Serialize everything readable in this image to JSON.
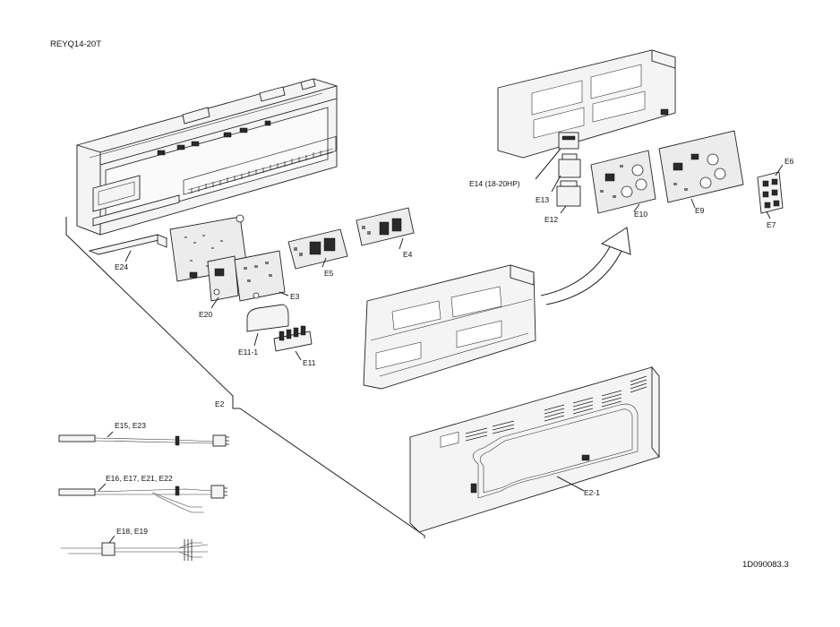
{
  "model": "REYQ14-20T",
  "doc_code": "1D090083.3",
  "labels": {
    "e2": "E2",
    "e24": "E24",
    "e20": "E20",
    "e3": "E3",
    "e5": "E5",
    "e4": "E4",
    "e11_1": "E11-1",
    "e11": "E11",
    "e14": "E14 (18-20HP)",
    "e13": "E13",
    "e12": "E12",
    "e10": "E10",
    "e9": "E9",
    "e6": "E6",
    "e7": "E7",
    "e15_e23": "E15, E23",
    "e16_group": "E16, E17, E21, E22",
    "e18_e19": "E18, E19",
    "e2_1": "E2-1"
  }
}
